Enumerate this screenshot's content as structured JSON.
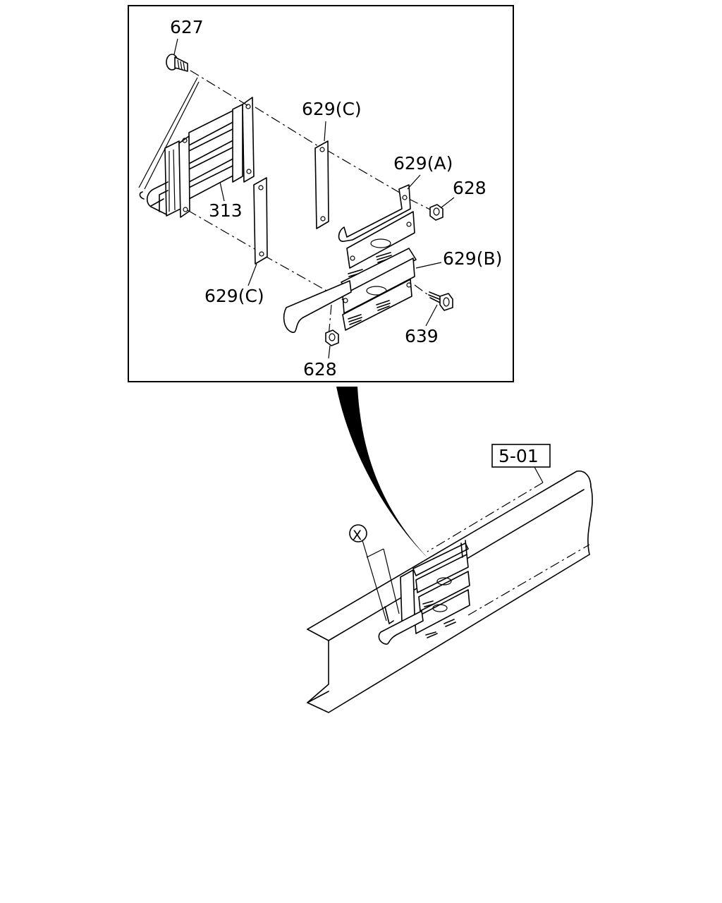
{
  "labels": {
    "p627": "627",
    "p629c_top": "629(C)",
    "p629a": "629(A)",
    "p628_top": "628",
    "p313": "313",
    "p629b": "629(B)",
    "p629c_bottom": "629(C)",
    "p639": "639",
    "p628_bottom": "628",
    "ref_501": "5-01",
    "detail_x": "X"
  }
}
